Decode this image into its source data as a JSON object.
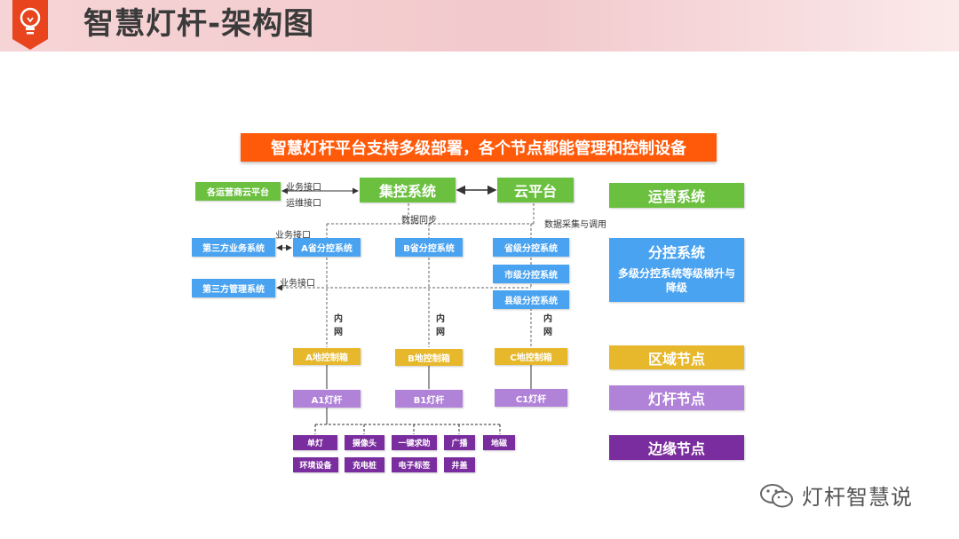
{
  "header": {
    "title": "智慧灯杆-架构图"
  },
  "banner": "智慧灯杆平台支持多级部署，各个节点都能管理和控制设备",
  "top": {
    "operators": "各运营商云平台",
    "jikong": "集控系统",
    "cloud": "云平台",
    "biz_iface": "业务接口",
    "ops_iface": "运维接口",
    "data_sync": "数据同步",
    "data_collect": "数据采集与调用"
  },
  "third_party": {
    "business": "第三方业务系统",
    "management": "第三方管理系统",
    "biz_iface_1": "业务接口",
    "biz_iface_2": "业务接口"
  },
  "columns": {
    "a_prov": "A省分控系统",
    "b_prov": "B省分控系统",
    "c_prov": "省级分控系统",
    "c_city": "市级分控系统",
    "c_county": "县级分控系统",
    "intranet": [
      "内",
      "网"
    ],
    "a_box": "A地控制箱",
    "b_box": "B地控制箱",
    "c_box": "C地控制箱",
    "a_pole": "A1灯杆",
    "b_pole": "B1灯杆",
    "c_pole": "C1灯杆"
  },
  "devices": {
    "row1": [
      "单灯",
      "摄像头",
      "一键求助",
      "广播",
      "地磁"
    ],
    "row2": [
      "环境设备",
      "充电桩",
      "电子标签",
      "井盖"
    ]
  },
  "legend": {
    "ops": "运营系统",
    "sub": "分控系统",
    "sub_desc": "多级分控系统等级梯升与降级",
    "region": "区域节点",
    "pole": "灯杆节点",
    "edge": "边缘节点"
  },
  "watermark": "灯杆智慧说",
  "colors": {
    "green": "#6cc040",
    "blue": "#4aa3f0",
    "yellow": "#e7b82c",
    "purple": "#b183d8",
    "dark_purple": "#7a2d9e",
    "orange": "#ff5a0a"
  }
}
